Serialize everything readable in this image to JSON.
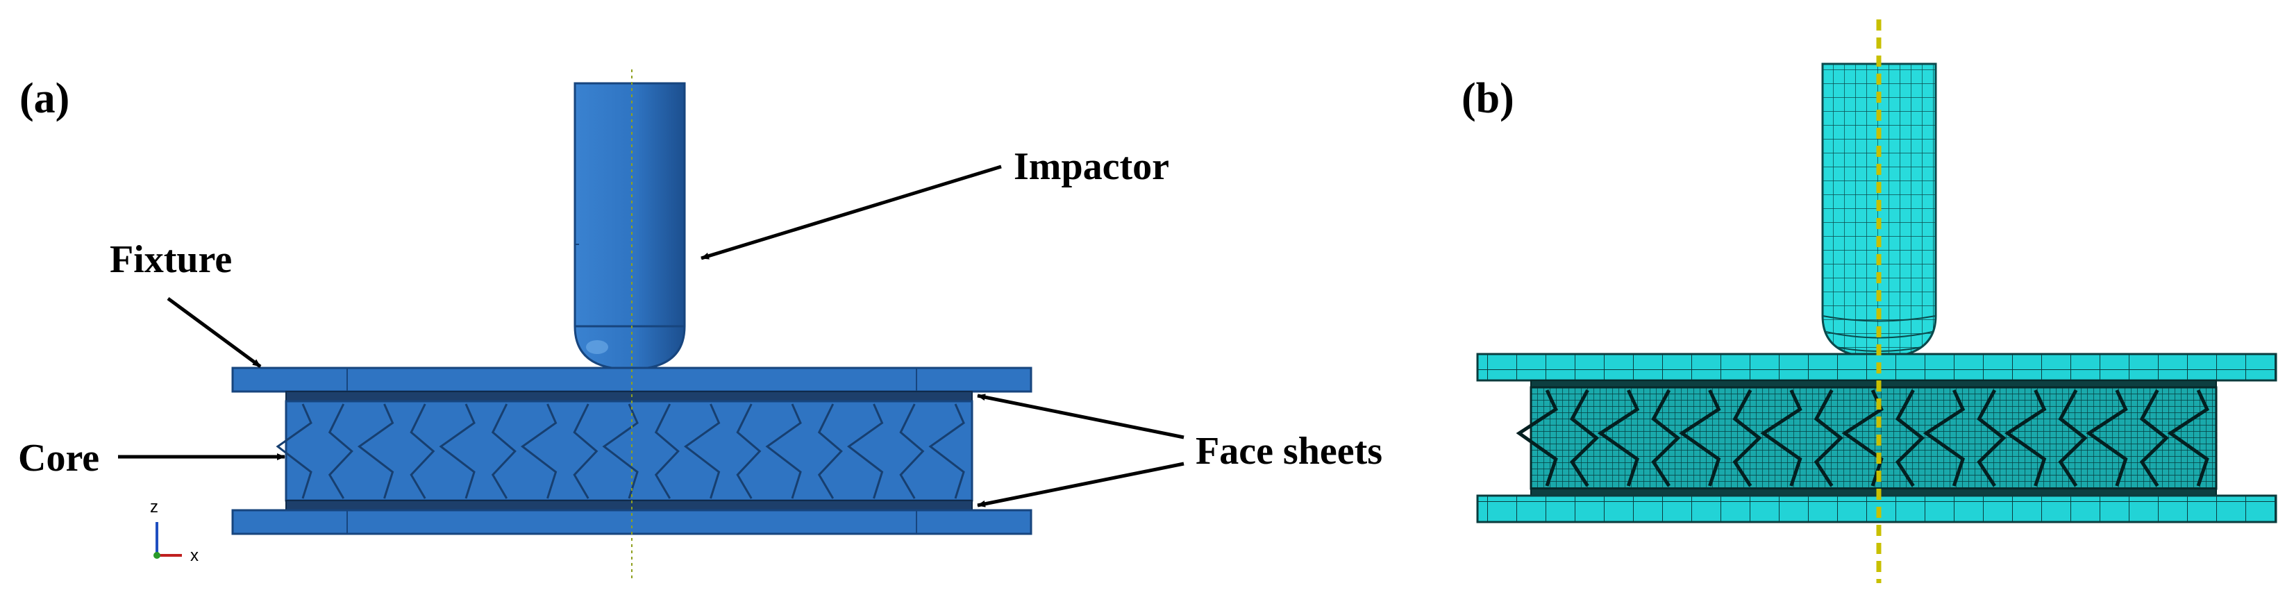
{
  "panels": {
    "a": {
      "label": "(a)",
      "labels": {
        "impactor": "Impactor",
        "fixture": "Fixture",
        "core": "Core",
        "face_sheets": "Face sheets"
      },
      "axis_triad": {
        "z": "z",
        "x": "x"
      }
    },
    "b": {
      "label": "(b)"
    }
  },
  "colors": {
    "solid_blue": "#2f74c2",
    "solid_blue_dark": "#1f5a9e",
    "mesh_cyan": "#22d3d6",
    "mesh_line": "#06393b",
    "axis_dash": "#c8c000",
    "arrow": "#000000"
  },
  "geometry_notes": {
    "core_cells_a": 8,
    "core_cells_b": 8
  }
}
